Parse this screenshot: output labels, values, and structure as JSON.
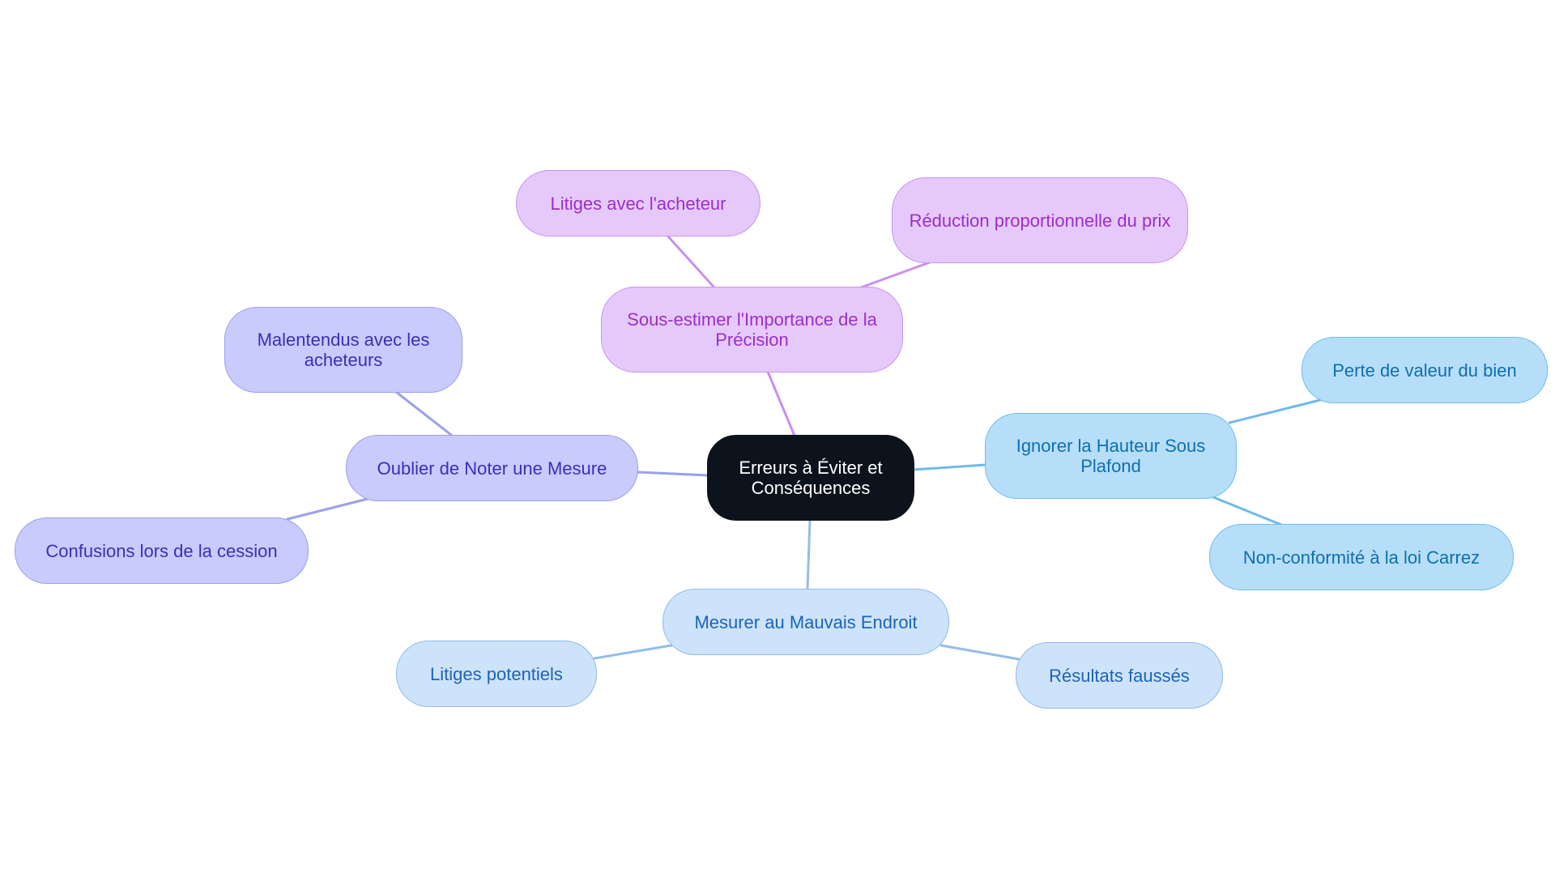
{
  "diagram": {
    "type": "mind-map",
    "root": {
      "label": "Erreurs à Éviter et Conséquences"
    },
    "branches": [
      {
        "label": "Sous-estimer l'Importance de la Précision",
        "color": "#e6c9fb",
        "children": [
          {
            "label": "Litiges avec l'acheteur"
          },
          {
            "label": "Réduction proportionnelle du prix"
          }
        ]
      },
      {
        "label": "Oublier de Noter une Mesure",
        "color": "#c9cbfc",
        "children": [
          {
            "label": "Malentendus avec les acheteurs"
          },
          {
            "label": "Confusions lors de la cession"
          }
        ]
      },
      {
        "label": "Ignorer la Hauteur Sous Plafond",
        "color": "#b6def9",
        "children": [
          {
            "label": "Perte de valeur du bien"
          },
          {
            "label": "Non-conformité à la loi Carrez"
          }
        ]
      },
      {
        "label": "Mesurer au Mauvais Endroit",
        "color": "#cde3f9",
        "children": [
          {
            "label": "Litiges potentiels"
          },
          {
            "label": "Résultats faussés"
          }
        ]
      }
    ]
  }
}
